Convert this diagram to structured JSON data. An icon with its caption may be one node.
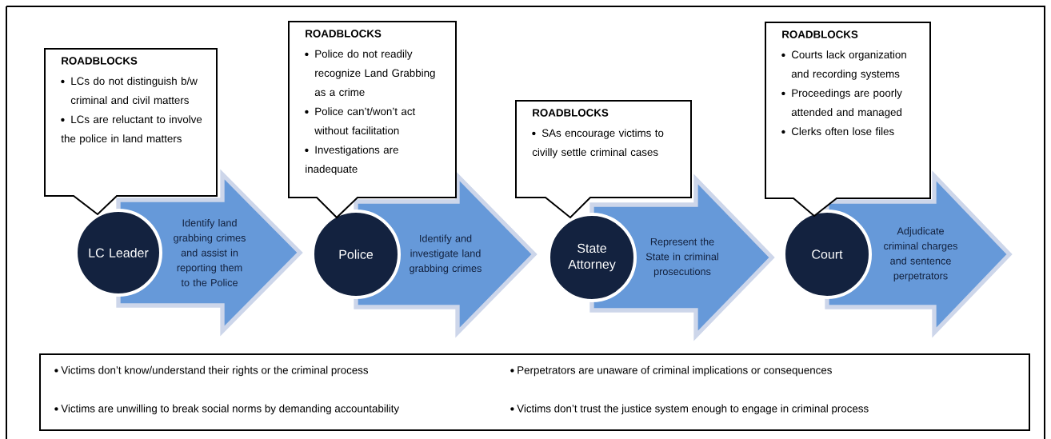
{
  "diagram": {
    "nodes": [
      {
        "text": [
          "ROADBLOCKS",
          "LCs do not distinguish b/w criminal and civil matters",
          "LCs are reluctant to involve the police in land matters"
        ]
      },
      {
        "text": [
          "LC Leader"
        ]
      },
      {
        "text": [
          "Identify land grabbing crimes and assist in reporting them to the Police"
        ]
      },
      {
        "text": [
          "ROADBLOCKS",
          "Police do not readily recognize Land Grabbing as a crime",
          "Police can’t/won’t act without facilitation",
          "Investigations are inadequate"
        ]
      },
      {
        "text": [
          "Police"
        ]
      },
      {
        "text": [
          "Identify and investigate land grabbing crimes"
        ]
      },
      {
        "text": [
          "ROADBLOCKS",
          "SAs encourage victims to civilly settle criminal cases"
        ]
      },
      {
        "text": [
          "State Attorney"
        ]
      },
      {
        "text": [
          "Represent the State in criminal prosecutions"
        ]
      },
      {
        "text": [
          "ROADBLOCKS",
          "Courts lack organization and recording systems",
          "Proceedings are poorly attended and managed",
          "Clerks often lose files"
        ]
      },
      {
        "text": [
          "Court"
        ]
      },
      {
        "text": [
          "Adjudicate criminal charges and sentence perpetrators"
        ]
      },
      {
        "text": [
          "Victims don’t know/understand their rights or the criminal process",
          "Perpetrators are unaware of criminal implications or consequences",
          "Victims are unwilling to break social norms by demanding accountability",
          "Victims don’t trust the justice system enough to engage in criminal process"
        ]
      }
    ]
  }
}
